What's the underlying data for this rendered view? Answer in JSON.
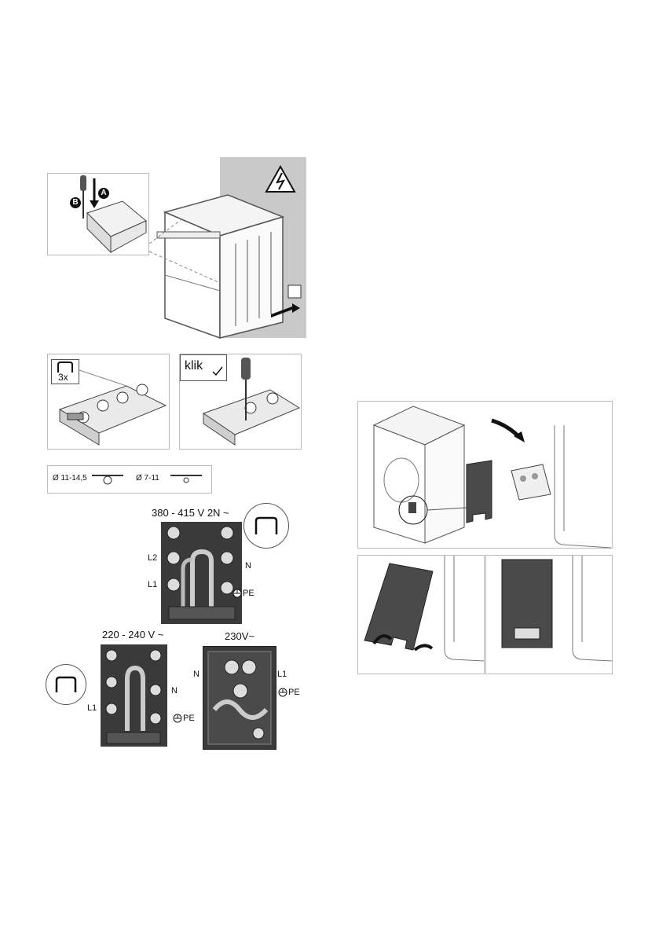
{
  "callouts": {
    "a": "A",
    "b": "B",
    "three_x": "3x",
    "klik": "klik"
  },
  "cable_sizes": {
    "large": "Ø 11-14,5",
    "small": "Ø 7-11"
  },
  "wiring": {
    "three_phase": {
      "voltage": "380 - 415 V 2N ~",
      "labels": [
        "L2",
        "N",
        "L1",
        "PE"
      ]
    },
    "single_phase": {
      "voltage": "220 - 240 V ~",
      "labels": [
        "N",
        "L1",
        "PE"
      ]
    },
    "block_230": {
      "voltage": "230V~",
      "labels": [
        "N",
        "L1",
        "PE"
      ]
    }
  },
  "colors": {
    "wall": "#c9c9c9",
    "cover": "#4a4a4a",
    "terminal": "#3a3a3a",
    "outline": "#555555"
  },
  "icons": [
    "warning-high-voltage-icon",
    "bridge-link-icon",
    "checkmark-icon",
    "screwdriver-icon",
    "ground-icon"
  ]
}
